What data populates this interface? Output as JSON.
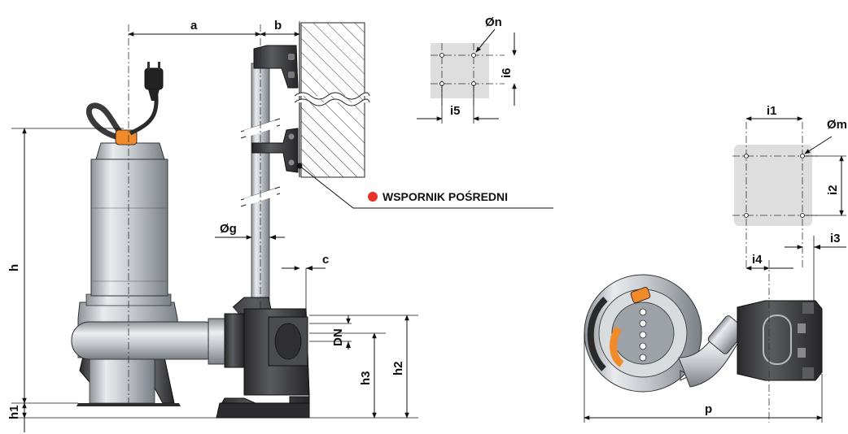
{
  "callout": {
    "label": "WSPORNIK POŚREDNI",
    "marker_color": "#e5332a"
  },
  "dimensions": {
    "a": "a",
    "b": "b",
    "c": "c",
    "h": "h",
    "h1": "h1",
    "h2": "h2",
    "h3": "h3",
    "dn": "DN",
    "og": "Øg",
    "on": "Øn",
    "om": "Øm",
    "i1": "i1",
    "i2": "i2",
    "i3": "i3",
    "i4": "i4",
    "i5": "i5",
    "i6": "i6",
    "p": "p"
  },
  "colors": {
    "pump_steel": "#c9ccd0",
    "cast_iron": "#3c3c3e",
    "cable_orange": "#f08a2a",
    "footprint_gray": "#dedede"
  }
}
